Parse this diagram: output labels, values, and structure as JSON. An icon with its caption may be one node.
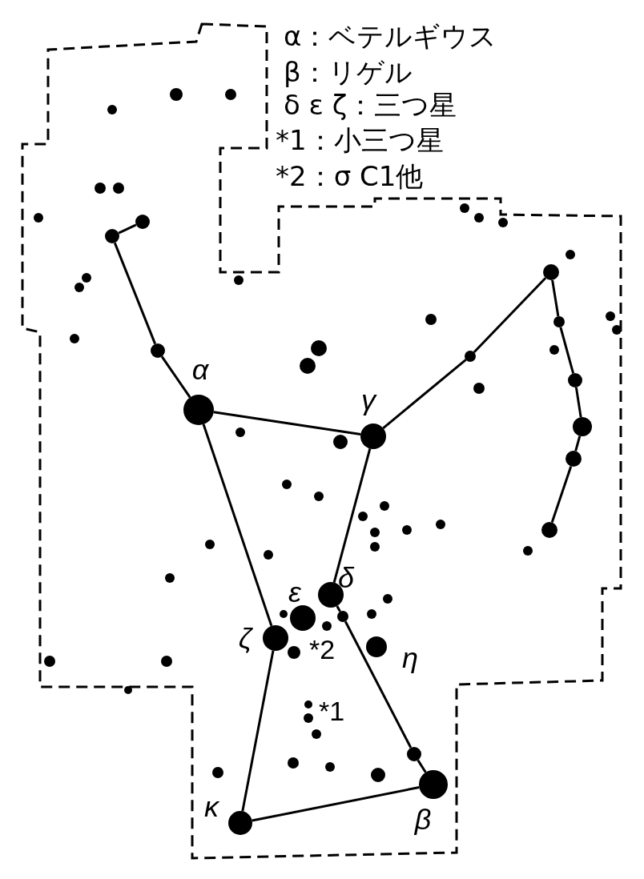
{
  "diagram": {
    "nodes": [
      {
        "text": [],
        "shape": "circle"
      },
      {
        "text": [],
        "shape": "circle"
      },
      {
        "text": [],
        "shape": "circle"
      },
      {
        "text": [],
        "shape": "circle"
      },
      {
        "text": [],
        "shape": "circle"
      },
      {
        "text": [],
        "shape": "circle"
      },
      {
        "text": [],
        "shape": "circle"
      },
      {
        "text": [],
        "shape": "circle",
        "beside": [
          "α"
        ]
      },
      {
        "text": [],
        "shape": "circle"
      },
      {
        "text": [],
        "shape": "circle",
        "beside": [
          "γ"
        ]
      },
      {
        "text": [],
        "shape": "circle"
      },
      {
        "text": [],
        "shape": "circle"
      },
      {
        "text": [],
        "shape": "circle",
        "beside": [
          "δ"
        ]
      },
      {
        "text": [],
        "shape": "circle",
        "beside": [
          "ε"
        ]
      },
      {
        "text": [],
        "shape": "circle"
      },
      {
        "text": [],
        "shape": "circle",
        "beside": [
          "ζ"
        ]
      },
      {
        "text": [],
        "shape": "circle",
        "beside": [
          "η"
        ]
      },
      {
        "text": [],
        "shape": "circle"
      },
      {
        "text": [],
        "shape": "circle",
        "beside": [
          "β"
        ]
      },
      {
        "text": [],
        "shape": "circle",
        "beside": [
          "κ"
        ]
      }
    ],
    "edges": [
      {
        "from": 0,
        "to": 1,
        "arrow": "none"
      },
      {
        "from": 1,
        "to": 4,
        "arrow": "none"
      },
      {
        "from": 4,
        "to": 7,
        "arrow": "none"
      },
      {
        "from": 7,
        "to": 9,
        "arrow": "none"
      },
      {
        "from": 9,
        "to": 5,
        "arrow": "none"
      },
      {
        "from": 5,
        "to": 2,
        "arrow": "none"
      },
      {
        "from": 2,
        "to": 3,
        "arrow": "none"
      },
      {
        "from": 3,
        "to": 6,
        "arrow": "none"
      },
      {
        "from": 6,
        "to": 8,
        "arrow": "none"
      },
      {
        "from": 8,
        "to": 10,
        "arrow": "none"
      },
      {
        "from": 10,
        "to": 11,
        "arrow": "none"
      },
      {
        "from": 7,
        "to": 15,
        "arrow": "none"
      },
      {
        "from": 9,
        "to": 12,
        "arrow": "none"
      },
      {
        "from": 12,
        "to": 14,
        "arrow": "none"
      },
      {
        "from": 14,
        "to": 17,
        "arrow": "none"
      },
      {
        "from": 17,
        "to": 18,
        "arrow": "none"
      },
      {
        "from": 15,
        "to": 19,
        "arrow": "none"
      },
      {
        "from": 19,
        "to": 18,
        "arrow": "none"
      }
    ],
    "labels": [
      "α：ベテルギウス",
      "β：リゲル",
      "δ ε ζ：三つ星",
      "*1：小三つ星",
      "*2：σ C1他",
      "*2",
      "*1"
    ]
  }
}
